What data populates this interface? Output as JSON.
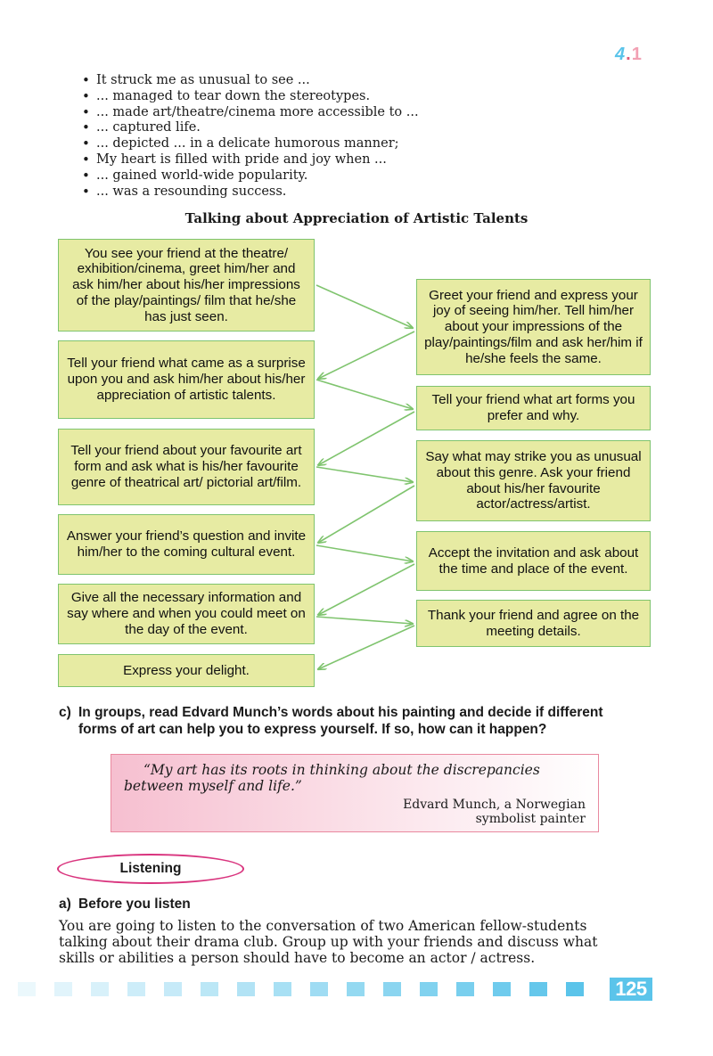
{
  "unit_marker": {
    "number": "4",
    "dot": ".",
    "sub": "1"
  },
  "phrases": [
    "It struck me as unusual to see ...",
    "... managed to tear down the stereotypes.",
    "... made art/theatre/cinema more accessible to ...",
    "... captured life.",
    "... depicted ... in a delicate humorous manner;",
    "My heart is filled with pride and joy when ...",
    "... gained world-wide popularity.",
    "... was a resounding success."
  ],
  "section_title": "Talking about Appreciation of Artistic Talents",
  "dialogue": {
    "left": [
      "You see your friend at the theatre/ exhibition/cinema, greet him/her and ask him/her about his/her impressions of the play/paintings/ film that he/she has just seen.",
      "Tell your friend what came as a surprise upon you and ask him/her about his/her appreciation of artistic talents.",
      "Tell your friend about your favourite art form and ask what is his/her favourite genre of theatrical art/ pictorial art/film.",
      "Answer your friend’s question and invite him/her to the coming cultural event.",
      "Give all the necessary information and say where and when you could meet on the day of the event.",
      "Express your delight."
    ],
    "right": [
      "Greet your friend and express your joy of seeing him/her. Tell him/her about your impressions of the play/paintings/film and ask her/him if he/she feels the same.",
      "Tell your friend what art forms you prefer and why.",
      "Say what may strike you as unusual about this genre. Ask your friend about his/her favourite actor/actress/artist.",
      "Accept the invitation and ask about the time and place of the event.",
      "Thank your friend and agree on the meeting details."
    ]
  },
  "task_c": {
    "label": "c)",
    "line1": "In groups, read Edvard Munch’s words about his painting and decide if different",
    "line2": "forms of art can help you to express yourself. If so, how can it happen?"
  },
  "quote": {
    "line1": "“My art has its roots in thinking about the discrepancies",
    "line2": "between myself and life.”",
    "author_line1": "Edvard Munch, a Norwegian",
    "author_line2": "symbolist painter"
  },
  "listening_heading": "Listening",
  "before_listen": {
    "label": "a)",
    "text": "Before you listen"
  },
  "intro_lines": [
    "You are going to listen to the conversation of two American fellow-students",
    "talking about their drama club. Group up with your friends and discuss what",
    "skills or abilities a person should have to become an actor / actress."
  ],
  "page_number": "125",
  "colors": {
    "box_fill": "#e7eba3",
    "box_border": "#7fc46e",
    "arrow": "#7fc46e",
    "accent_blue": "#5bc4ea",
    "accent_pink": "#d9347e",
    "quote_border": "#e9899f"
  }
}
